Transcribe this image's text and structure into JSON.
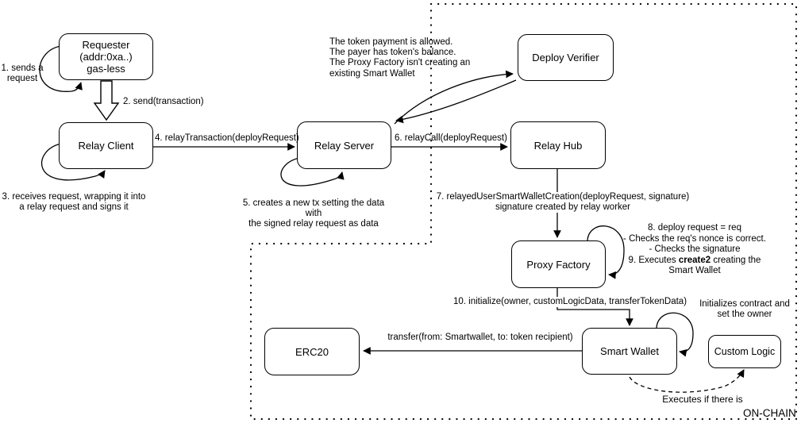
{
  "diagram": {
    "nodes": {
      "requester": "Requester\n(addr:0xa..)\ngas-less",
      "relay_client": "Relay Client",
      "relay_server": "Relay Server",
      "deploy_verifier": "Deploy Verifier",
      "relay_hub": "Relay Hub",
      "proxy_factory": "Proxy Factory",
      "smart_wallet": "Smart Wallet",
      "erc20": "ERC20",
      "custom_logic": "Custom Logic"
    },
    "labels": {
      "step1": "1. sends a\nrequest",
      "step2": "2. send(transaction)",
      "step3": "3. receives request, wrapping it into\na relay request and signs it",
      "step4": "4. relayTransaction(deployRequest)",
      "step5": "5. creates a new tx setting the data with\nthe signed relay request as data",
      "step6": "6. relayCall(deployRequest)",
      "step7": "7. relayedUserSmartWalletCreation(deployRequest, signature)\nsignature created by relay worker",
      "verifier_note": "The token payment is allowed.\nThe payer has token's balance.\nThe Proxy Factory isn't creating an\nexisting Smart Wallet",
      "factory_checks_pre": "8. deploy request = req\n- Checks the req's nonce is correct.\n- Checks the signature\n9. Executes ",
      "factory_checks_bold": "create2",
      "factory_checks_post": " creating the\nSmart Wallet",
      "step10": "10. initialize(owner, customLogicData, transferTokenData)",
      "transfer": "transfer(from: Smartwallet, to: token recipient)",
      "init_note": "Initializes contract and\nset the owner",
      "executes_note": "Executes if there is",
      "onchain": "ON-CHAIN"
    },
    "colors": {
      "stroke": "#000000",
      "background": "#ffffff"
    }
  }
}
